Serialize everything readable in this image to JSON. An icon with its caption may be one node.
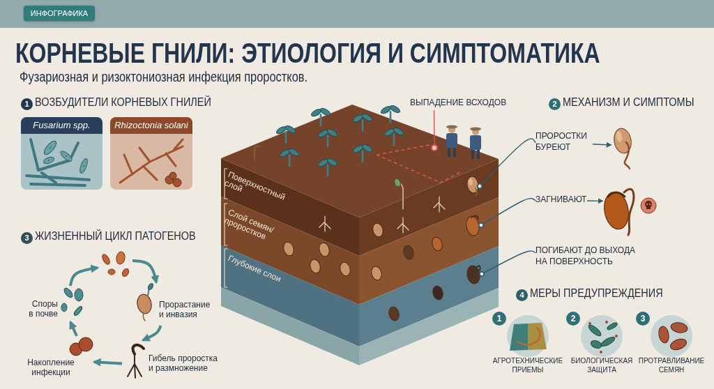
{
  "diagram": {
    "title": "КОРНЕВЫЕ ГНИЛИ: ЭТИОЛОГИЯ И СИМПТОМАТИКА",
    "nodes": [
      {
        "text": [
          "Fusarium spp."
        ]
      },
      {
        "text": [
          "Rhizoctonia solani"
        ]
      },
      {
        "text": [],
        "shape": "picture"
      },
      {
        "text": [
          "Прорастание и инвазия"
        ]
      },
      {
        "text": [
          "Гибель проростка и размножение"
        ]
      },
      {
        "text": [
          "Накопление инфекции"
        ]
      },
      {
        "text": [
          "Споры в почве"
        ]
      },
      {
        "text": [],
        "shape": "picture"
      },
      {
        "text": [
          "ВЫПАДЕНИЕ ВСХОДОВ"
        ]
      },
      {
        "text": [],
        "shape": "circle",
        "in": 7
      },
      {
        "text": [],
        "shape": "picture",
        "in": 7
      },
      {
        "text": [],
        "shape": "picture",
        "in": 7
      },
      {
        "text": [],
        "shape": "picture",
        "in": 7
      },
      {
        "text": [
          "ПРОРОСТКИ БУРЕЮТ"
        ]
      },
      {
        "text": [],
        "shape": "picture"
      },
      {
        "text": [
          "ЗАГНИВАЮТ"
        ]
      },
      {
        "text": [],
        "shape": "picture"
      },
      {
        "text": [
          "ПОГИБАЮТ ДО ВЫХОДА НА ПОВЕРХНОСТЬ"
        ]
      }
    ],
    "edges": [
      {
        "from": 2,
        "to": 3,
        "arrow": "to",
        "style": "thick",
        "color": "#4a8a8e"
      },
      {
        "from": 3,
        "to": 4,
        "arrow": "to",
        "style": "thick",
        "color": "#4a8a8e"
      },
      {
        "from": 4,
        "to": 5,
        "arrow": "to",
        "style": "thick",
        "color": "#4a8a8e"
      },
      {
        "from": 5,
        "to": 6,
        "arrow": "to",
        "style": "thick",
        "color": "#4a8a8e"
      },
      {
        "from": 6,
        "to": 2,
        "arrow": "to",
        "style": "thick",
        "color": "#4a8a8e"
      },
      {
        "from": 8,
        "to": 9,
        "arrow": "none",
        "color": "#d9534f"
      },
      {
        "from": 13,
        "to": 10,
        "arrow": "other"
      },
      {
        "from": 15,
        "to": 11,
        "arrow": "other"
      },
      {
        "from": 17,
        "to": 12,
        "arrow": "other"
      },
      {
        "from": 13,
        "to": 14,
        "arrow": "to"
      },
      {
        "from": 15,
        "to": 16,
        "arrow": "to"
      }
    ],
    "labels": [
      "ИНФОГРАФИКА",
      "Фузариозная и ризоктониозная инфекция проростков.",
      "1",
      "ВОЗБУДИТЕЛИ КОРНЕВЫХ ГНИЛЕЙ",
      "2",
      "МЕХАНИЗМ И СИМПТОМЫ",
      "Поверхностный слой",
      "Слой семян/ проростков",
      "3",
      "ЖИЗНЕННЫЙ ЦИКЛ ПАТОГЕНОВ",
      "Глубокие слои",
      "4",
      "МЕРЫ ПРЕДУПРЕЖДЕНИЯ",
      "1",
      "2",
      "3",
      "АГРОТЕХНИЧЕСКИЕ ПРИЕМЫ",
      "БИОЛОГИЧЕСКАЯ ЗАЩИТА",
      "ПРОТРАВЛИВАНИЕ СЕМЯН"
    ]
  }
}
